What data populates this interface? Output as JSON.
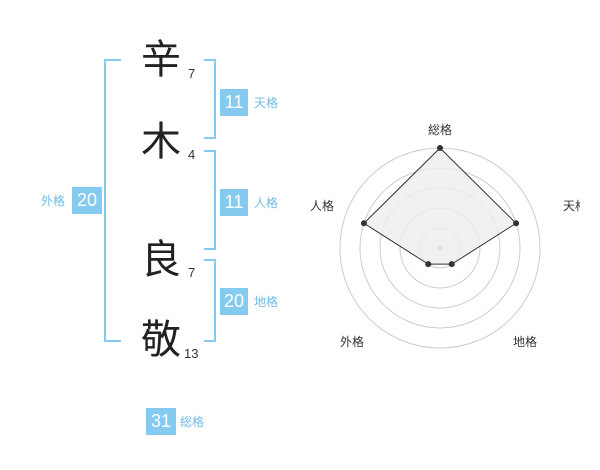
{
  "name": {
    "surname": [
      {
        "char": "辛",
        "strokes": "7"
      },
      {
        "char": "木",
        "strokes": "4"
      }
    ],
    "given": [
      {
        "char": "良",
        "strokes": "7"
      },
      {
        "char": "敬",
        "strokes": "13"
      }
    ]
  },
  "kakusu": {
    "tenkaku": {
      "label": "天格",
      "value": "11"
    },
    "jinkaku": {
      "label": "人格",
      "value": "11"
    },
    "chikaku": {
      "label": "地格",
      "value": "20"
    },
    "gaikaku": {
      "label": "外格",
      "value": "20"
    },
    "soukaku": {
      "label": "総格",
      "value": "31"
    }
  },
  "radar": {
    "axes": [
      "総格",
      "天格",
      "地格",
      "外格",
      "人格"
    ],
    "levels": 5,
    "values": [
      5,
      4,
      1,
      1,
      4
    ],
    "colors": {
      "fill": "#eeeeee",
      "line": "#333333",
      "point": "#333333",
      "ring": "#cccccc"
    }
  },
  "colors": {
    "accent": "#85cbf0",
    "accent_text": "#6fbbe6"
  }
}
